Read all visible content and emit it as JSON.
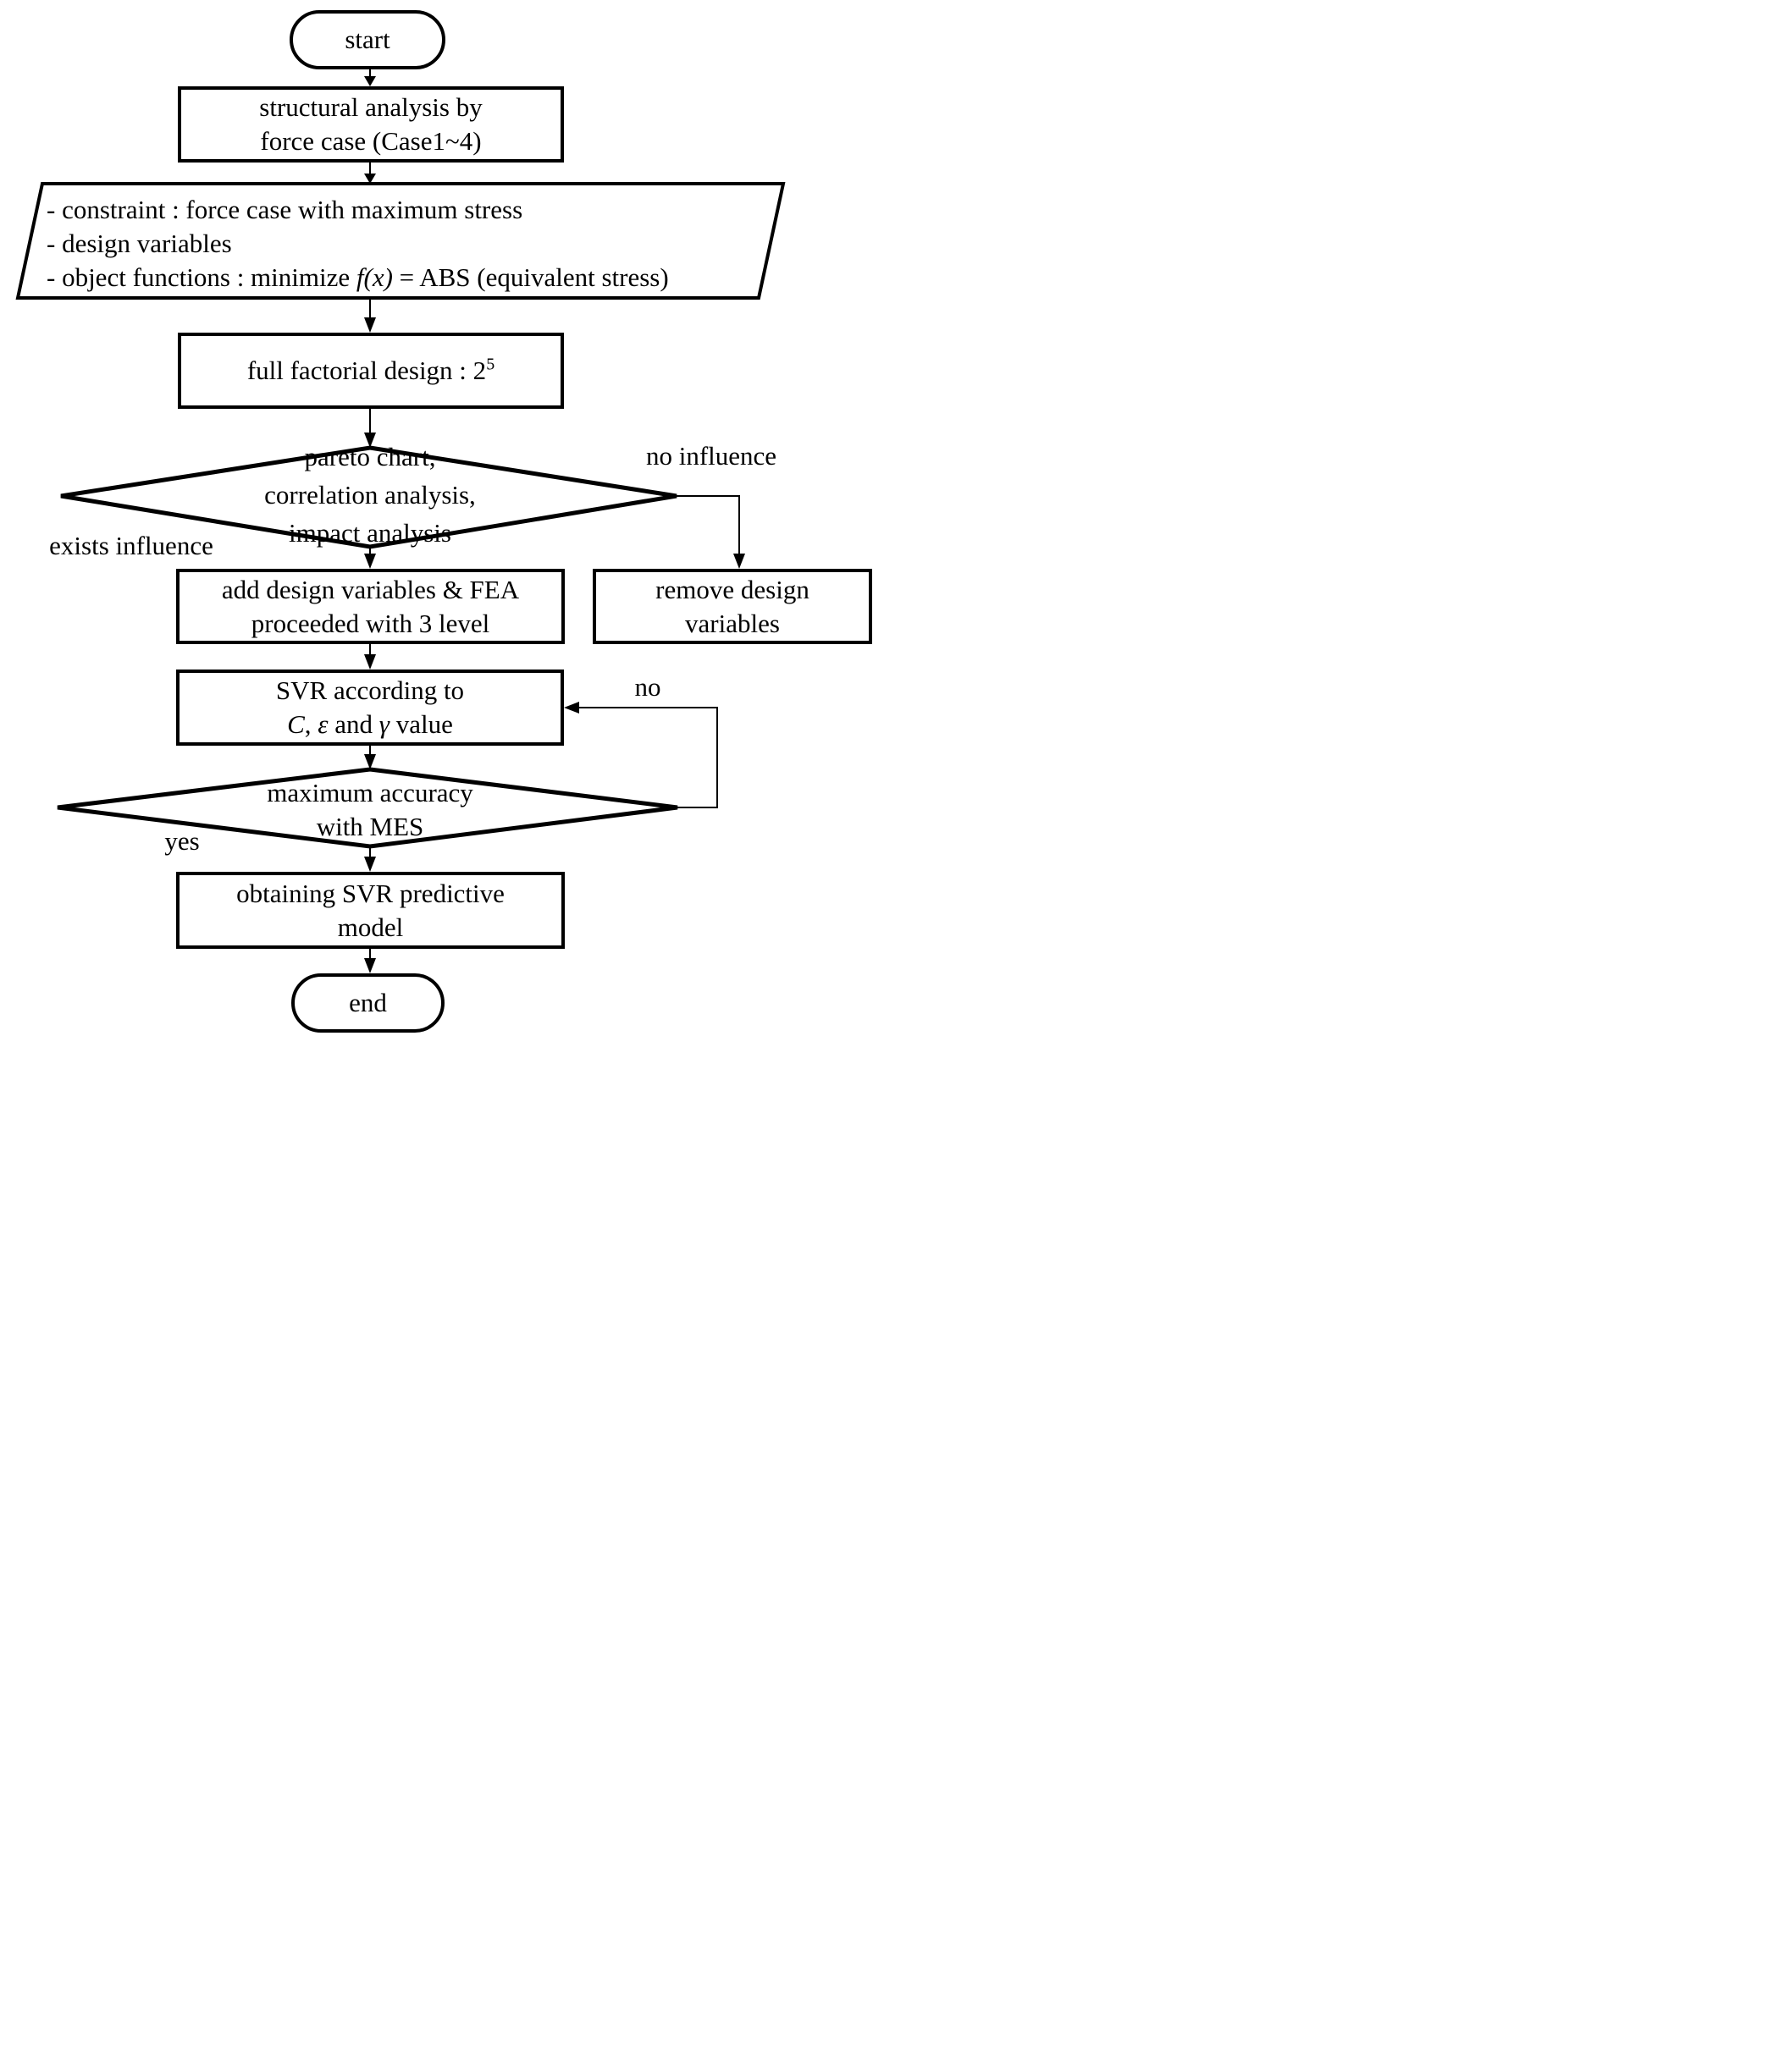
{
  "figure": {
    "background_color": "#ffffff",
    "ink_color": "#000000"
  },
  "nodes": {
    "start": {
      "type": "terminator",
      "label": "start"
    },
    "structural_analysis": {
      "type": "process",
      "lines": [
        "structural analysis by",
        "force case (Case1~4)"
      ]
    },
    "io_setup": {
      "type": "data-parallelogram",
      "line1": "- constraint : force case with maximum stress",
      "line2": "- design variables",
      "line3_prefix": "- object functions : minimize ",
      "line3_math": "f(x)",
      "line3_suffix": " = ABS (equivalent stress)"
    },
    "full_factorial": {
      "type": "process",
      "text_prefix": "full factorial design : 2",
      "exponent": "5"
    },
    "influence_decision": {
      "type": "decision",
      "lines": [
        "pareto chart,",
        "correlation analysis,",
        "impact analysis"
      ]
    },
    "add_design_variables": {
      "type": "process",
      "lines": [
        "add design variables & FEA",
        "proceeded with 3 level"
      ]
    },
    "remove_design_variables": {
      "type": "process",
      "lines": [
        "remove design",
        "variables"
      ]
    },
    "svr": {
      "type": "process",
      "line1": "SVR according to",
      "line2_c": "C",
      "line2_sep1": ", ",
      "line2_epsilon": "ε",
      "line2_sep2": " and ",
      "line2_gamma": "γ",
      "line2_suffix": " value"
    },
    "accuracy_decision": {
      "type": "decision",
      "lines": [
        "maximum accuracy",
        "with MES"
      ]
    },
    "obtain_model": {
      "type": "process",
      "lines": [
        "obtaining SVR predictive",
        "model"
      ]
    },
    "end": {
      "type": "terminator",
      "label": "end"
    }
  },
  "edge_labels": {
    "exists_influence": "exists influence",
    "no_influence": "no influence",
    "yes": "yes",
    "no": "no"
  }
}
